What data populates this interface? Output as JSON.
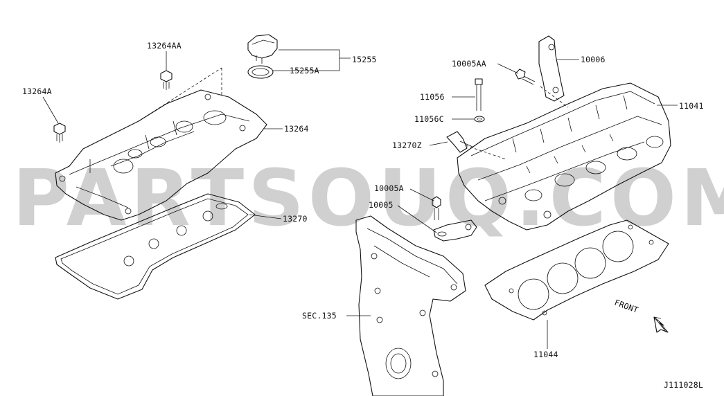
{
  "watermark": "PARTSOUQ.COM",
  "diagram_code": "J111028L",
  "labels": {
    "p13264AA": "13264AA",
    "p13264A": "13264A",
    "p15255": "15255",
    "p15255A": "15255A",
    "p13264": "13264",
    "p13270": "13270",
    "p10005AA": "10005AA",
    "p10006": "10006",
    "p11056": "11056",
    "p11056C": "11056C",
    "p11041": "11041",
    "p13270Z": "13270Z",
    "p10005A": "10005A",
    "p10005": "10005",
    "sec135": "SEC.135",
    "p11044": "11044",
    "front": "FRONT"
  }
}
